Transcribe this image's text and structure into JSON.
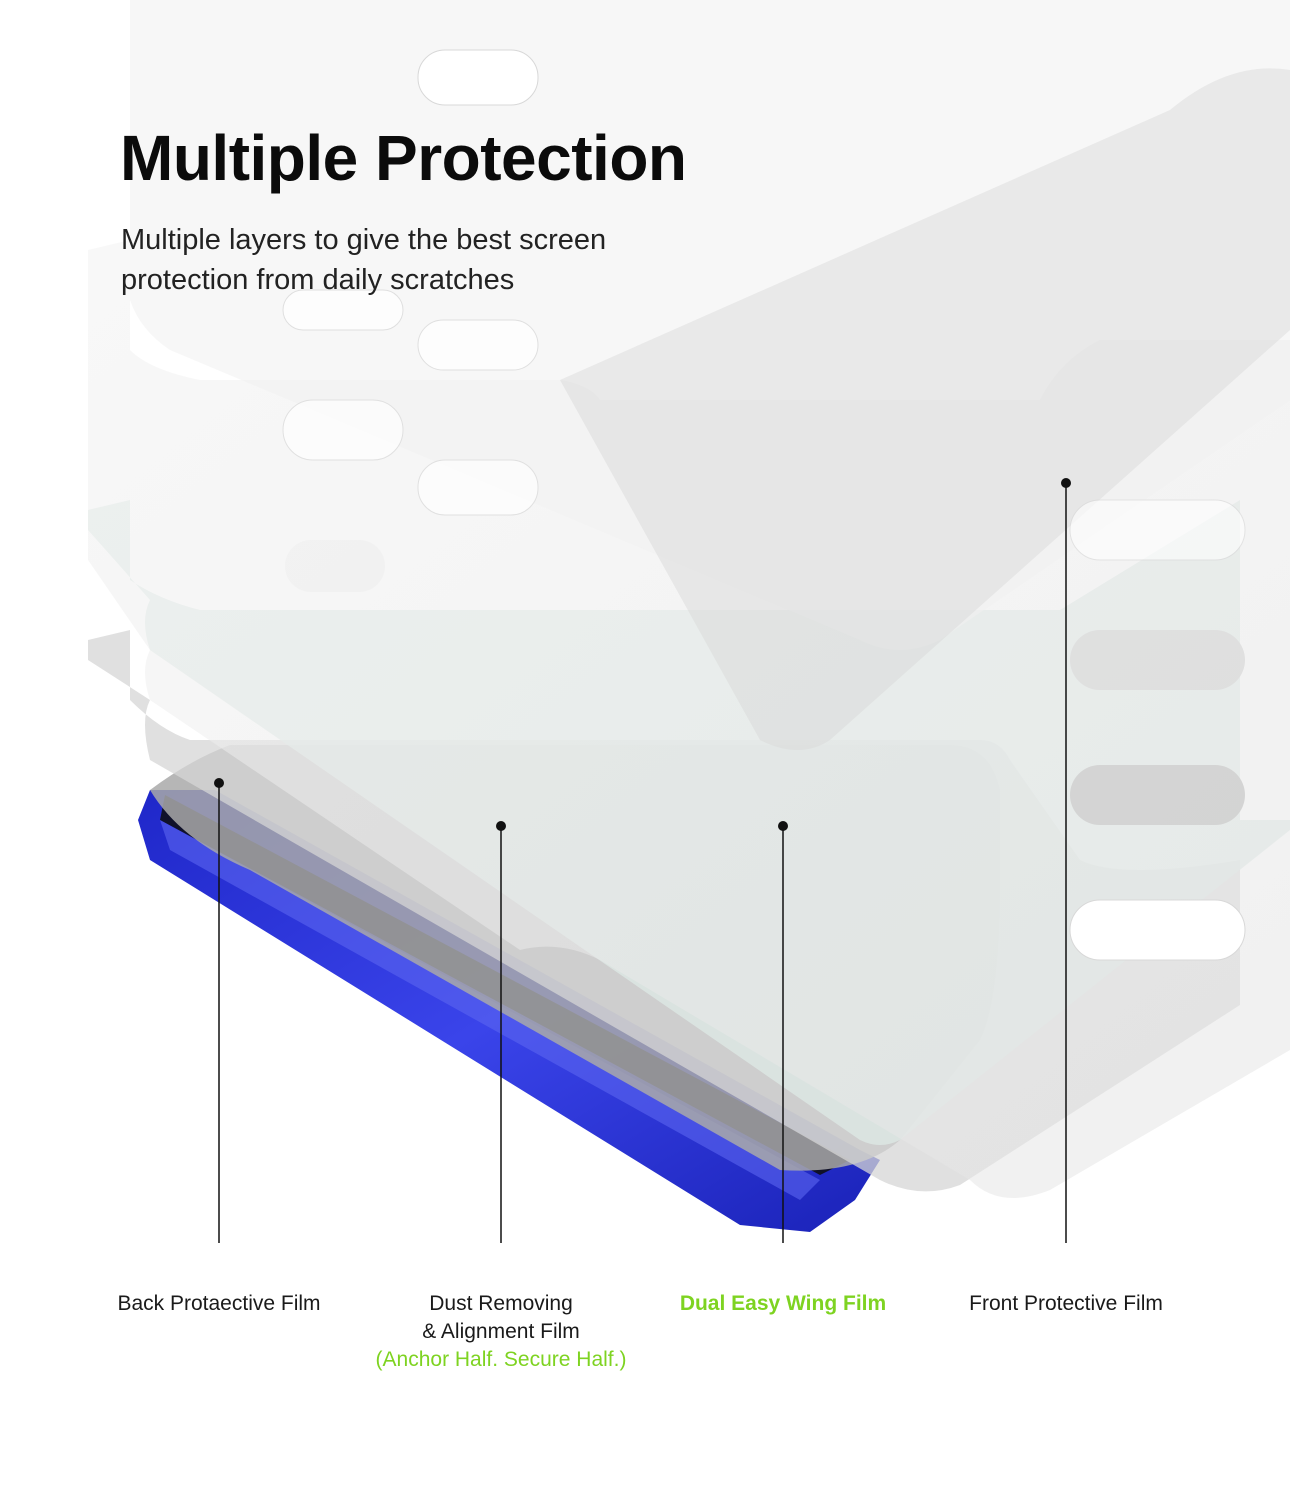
{
  "header": {
    "title": "Multiple Protection",
    "subtitle_lines": [
      "Multiple layers to give the best screen",
      "protection from daily scratches"
    ]
  },
  "labels": {
    "back_film": "Back Protaective Film",
    "dust_film_line1": "Dust Removing",
    "dust_film_line2": "& Alignment Film",
    "dust_film_note": "(Anchor Half. Secure Half.)",
    "wing_film": "Dual Easy Wing Film",
    "front_film": "Front Protective Film"
  },
  "colors": {
    "accent_green": "#7ed321",
    "device_blue": "#2a32d6",
    "film_gray": "#e6e6e6",
    "text": "#1a1a1a"
  }
}
